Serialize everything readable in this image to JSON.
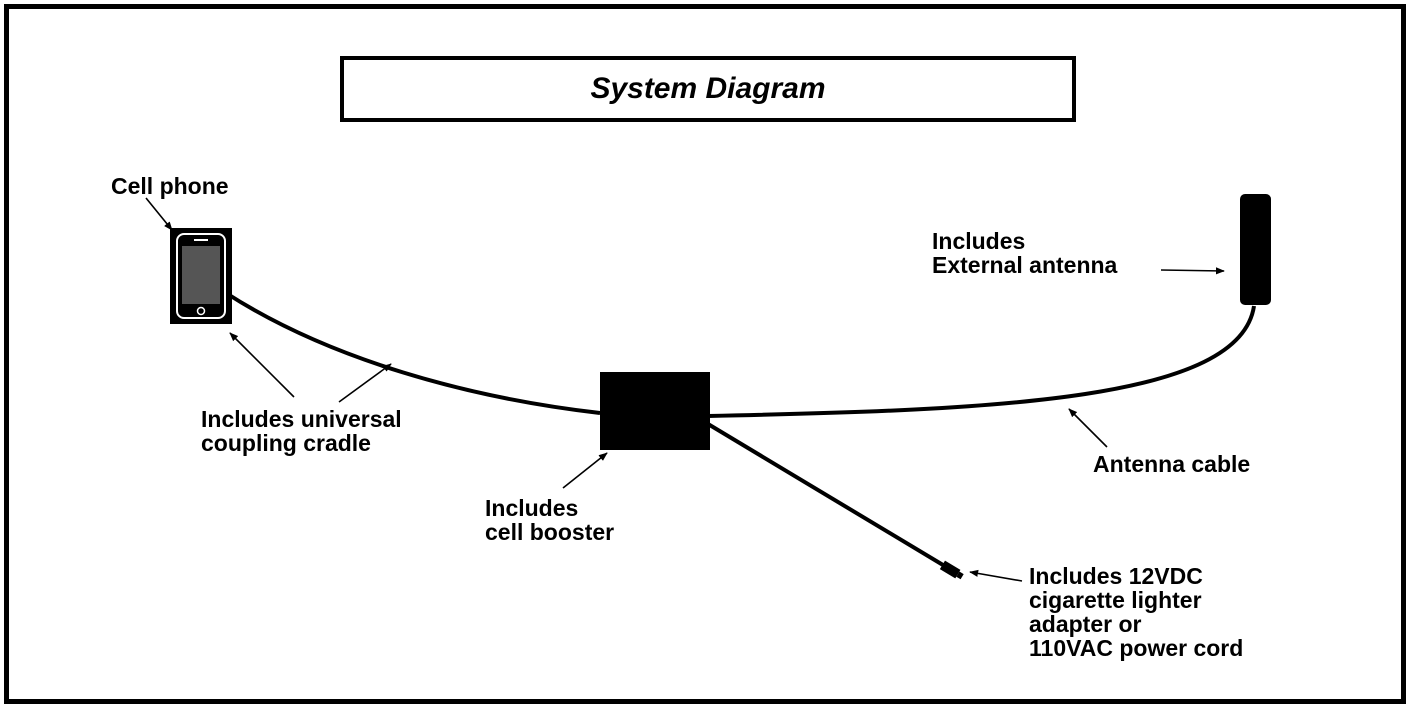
{
  "title": "System Diagram",
  "labels": {
    "cell_phone": "Cell phone",
    "antenna_line1": "Includes",
    "antenna_line2": "External antenna",
    "cradle_line1": "Includes universal",
    "cradle_line2": "coupling cradle",
    "booster_line1": "Includes",
    "booster_line2": "cell booster",
    "antenna_cable": "Antenna cable",
    "power_line1": "Includes 12VDC",
    "power_line2": "cigarette lighter",
    "power_line3": "adapter or",
    "power_line4": "110VAC power cord"
  },
  "icons": {
    "phone": "cell-phone-icon",
    "antenna": "antenna-icon",
    "booster": "booster-box",
    "plug": "power-plug-icon"
  }
}
